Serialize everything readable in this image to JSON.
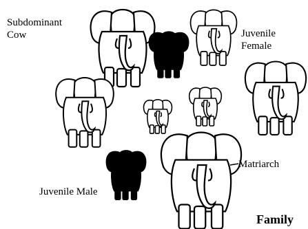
{
  "labels": {
    "subdominant_cow": "Subdominant\nCow",
    "juvenile_female": "Juvenile\nFemale",
    "matriarch": "Matriarch",
    "juvenile_male": "Juvenile Male",
    "family": "Family"
  },
  "elephants": [
    {
      "id": "subdominant-cow",
      "fill": "white"
    },
    {
      "id": "dark-cow-top",
      "fill": "black"
    },
    {
      "id": "juvenile-female",
      "fill": "white"
    },
    {
      "id": "left-cow",
      "fill": "white"
    },
    {
      "id": "right-cow",
      "fill": "white"
    },
    {
      "id": "calf-small",
      "fill": "white"
    },
    {
      "id": "calf-medium",
      "fill": "white"
    },
    {
      "id": "matriarch",
      "fill": "white"
    },
    {
      "id": "juvenile-male",
      "fill": "black"
    }
  ],
  "colors": {
    "ink": "#000000",
    "paper": "#ffffff"
  }
}
